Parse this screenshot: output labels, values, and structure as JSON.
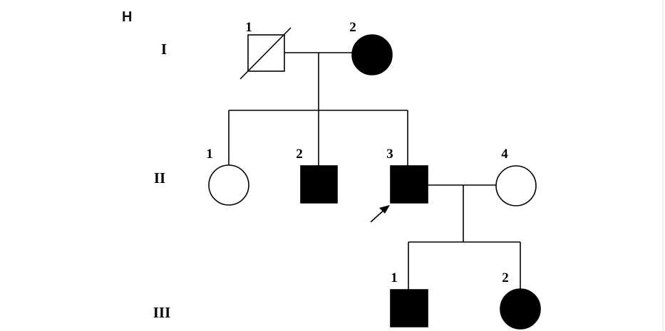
{
  "panel_label": "H",
  "generations": [
    {
      "id": "I",
      "label": "I"
    },
    {
      "id": "II",
      "label": "II"
    },
    {
      "id": "III",
      "label": "III"
    }
  ],
  "individuals": [
    {
      "id": "I-1",
      "number": "1",
      "sex": "male",
      "affected": false,
      "deceased": true,
      "proband": false
    },
    {
      "id": "I-2",
      "number": "2",
      "sex": "female",
      "affected": true,
      "deceased": false,
      "proband": false
    },
    {
      "id": "II-1",
      "number": "1",
      "sex": "female",
      "affected": false,
      "deceased": false,
      "proband": false
    },
    {
      "id": "II-2",
      "number": "2",
      "sex": "male",
      "affected": true,
      "deceased": false,
      "proband": false
    },
    {
      "id": "II-3",
      "number": "3",
      "sex": "male",
      "affected": true,
      "deceased": false,
      "proband": true
    },
    {
      "id": "II-4",
      "number": "4",
      "sex": "female",
      "affected": false,
      "deceased": false,
      "proband": false
    },
    {
      "id": "III-1",
      "number": "1",
      "sex": "male",
      "affected": true,
      "deceased": false,
      "proband": false
    },
    {
      "id": "III-2",
      "number": "2",
      "sex": "female",
      "affected": true,
      "deceased": false,
      "proband": false
    }
  ],
  "colors": {
    "affected": "#000000",
    "unaffected": "#ffffff",
    "line": "#000000"
  }
}
